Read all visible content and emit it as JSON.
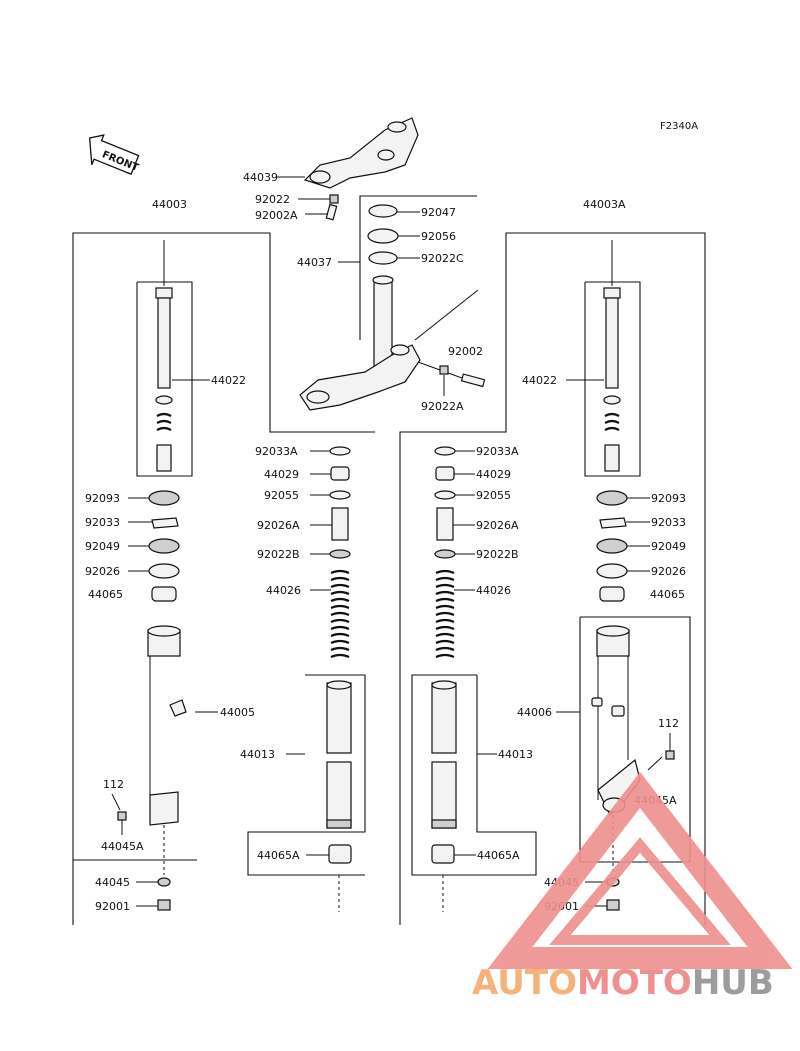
{
  "diagram": {
    "figure_code": "F2340A",
    "front_label": "FRONT",
    "labels": {
      "a44039": "44039",
      "a92022": "92022",
      "a92002A": "92002A",
      "a44003": "44003",
      "a44003A": "44003A",
      "a92047": "92047",
      "a92056": "92056",
      "a92022C": "92022C",
      "a44037": "44037",
      "a92002": "92002",
      "a92022A": "92022A",
      "l44022": "44022",
      "r44022": "44022",
      "l92033A": "92033A",
      "l44029": "44029",
      "l92055": "92055",
      "l92026A": "92026A",
      "l92022B": "92022B",
      "l44026": "44026",
      "r92033A": "92033A",
      "r44029": "44029",
      "r92055": "92055",
      "r92026A": "92026A",
      "r92022B": "92022B",
      "r44026": "44026",
      "l92093": "92093",
      "l92033": "92033",
      "l92049": "92049",
      "l92026": "92026",
      "l44065": "44065",
      "r92093": "92093",
      "r92033": "92033",
      "r92049": "92049",
      "r92026": "92026",
      "r44065": "44065",
      "l44005": "44005",
      "r44006": "44006",
      "l44013": "44013",
      "r44013": "44013",
      "l112": "112",
      "r112": "112",
      "l44045A": "44045A",
      "r44045A": "44045A",
      "l44065A": "44065A",
      "r44065A": "44065A",
      "l44045": "44045",
      "r44045": "44045",
      "l92001": "92001",
      "r92001": "92001"
    }
  },
  "watermark": {
    "brand_part1": "AUTO",
    "brand_part2": "MOTO",
    "brand_part3": "HUB",
    "color_orange": "#f5b27a",
    "color_red": "#ef8f8f",
    "color_gray": "#9c9c9c"
  }
}
